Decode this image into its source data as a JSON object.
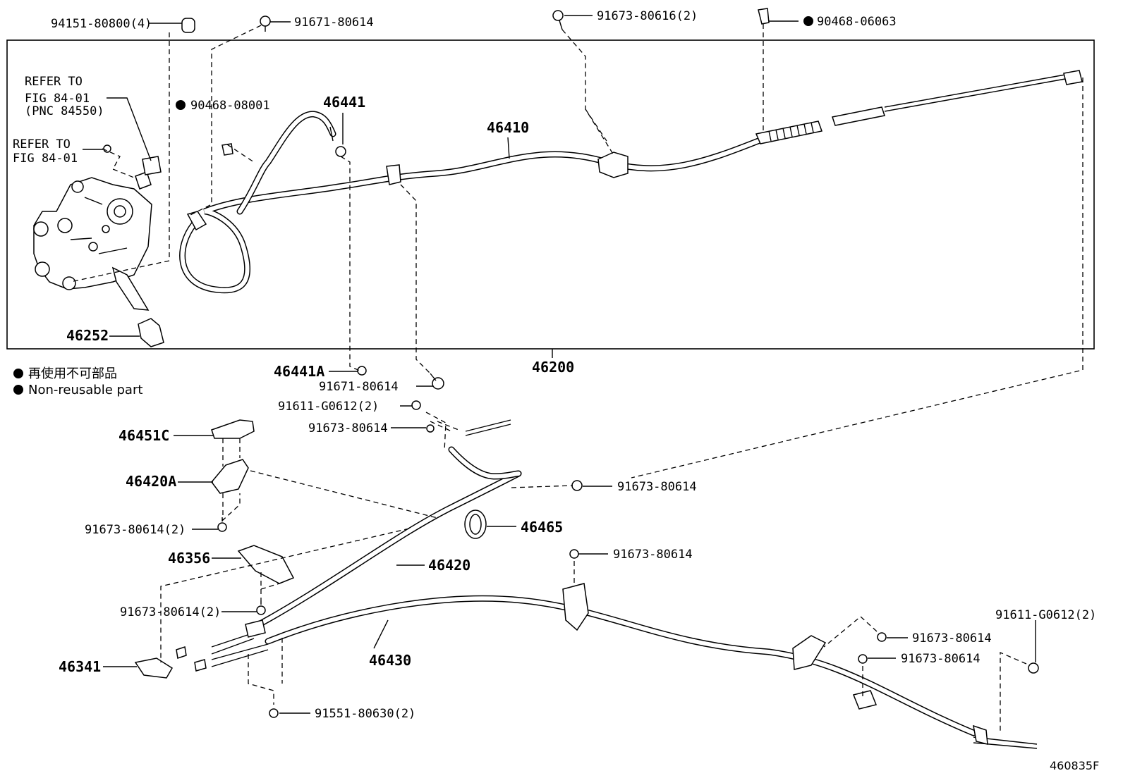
{
  "diagram_id": "460835F",
  "legend": {
    "line_ja": "再使用不可部品",
    "line_en": "Non-reusable part"
  },
  "labels": {
    "p94151": "94151-80800(4)",
    "p91671_top": "91671-80614",
    "p91673_80616": "91673-80616(2)",
    "p90468_06063": "90468-06063",
    "refer1_a": "REFER TO",
    "refer1_b": "FIG 84-01",
    "refer1_c": "(PNC 84550)",
    "refer2_a": "REFER TO",
    "refer2_b": "FIG 84-01",
    "p90468_08001": "90468-08001",
    "p46441": "46441",
    "p46410": "46410",
    "p46252": "46252",
    "p46200": "46200",
    "p46441A": "46441A",
    "p91671_mid": "91671-80614",
    "p91611_top": "91611-G0612(2)",
    "p91673_a": "91673-80614",
    "p46451C": "46451C",
    "p46420A": "46420A",
    "p91673_b": "91673-80614",
    "p91673_2a": "91673-80614(2)",
    "p46465": "46465",
    "p46356": "46356",
    "p46420": "46420",
    "p91673_c": "91673-80614",
    "p91673_2b": "91673-80614(2)",
    "p46341": "46341",
    "p46430": "46430",
    "p91611_right": "91611-G0612(2)",
    "p91673_d": "91673-80614",
    "p91673_e": "91673-80614",
    "p91551": "91551-80630(2)"
  }
}
